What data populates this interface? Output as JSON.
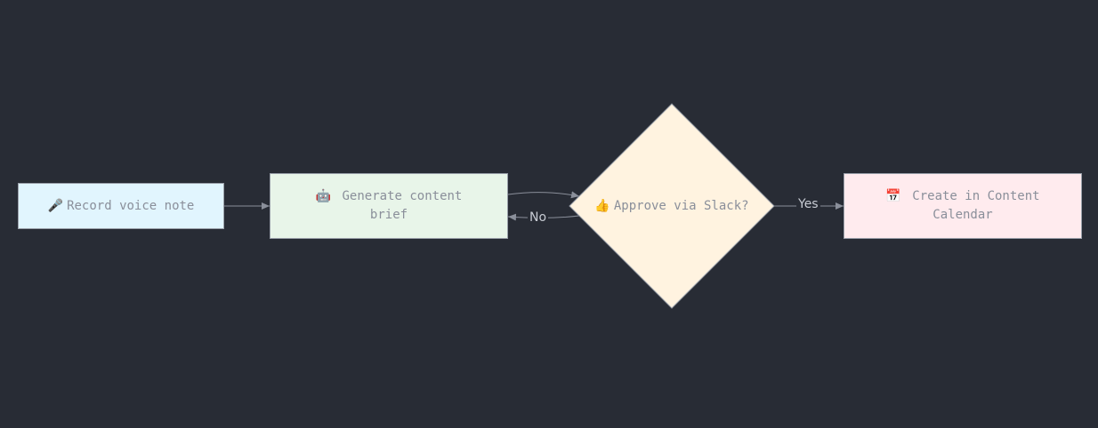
{
  "colors": {
    "background": "#282c35",
    "edge": "#8a8f9a",
    "node_border": "#9aa0aa",
    "label_text": "#8a8f9a",
    "edge_label_text": "#c8ccd4",
    "record_fill": "#e1f5fe",
    "generate_fill": "#e8f5e9",
    "approve_fill": "#fff3e0",
    "create_fill": "#ffebee"
  },
  "nodes": {
    "record": {
      "icon": "microphone-icon",
      "glyph": "🎤",
      "text": "Record voice note"
    },
    "generate": {
      "icon": "robot-icon",
      "glyph": "🤖",
      "text_line1": "Generate content",
      "text_line2": "brief"
    },
    "approve": {
      "icon": "thumbs-up-icon",
      "glyph": "👍",
      "text": "Approve via Slack?"
    },
    "create": {
      "icon": "calendar-icon",
      "glyph": "📅",
      "text_line1": "Create in Content",
      "text_line2": "Calendar"
    }
  },
  "edges": {
    "no_label": "No",
    "yes_label": "Yes"
  }
}
